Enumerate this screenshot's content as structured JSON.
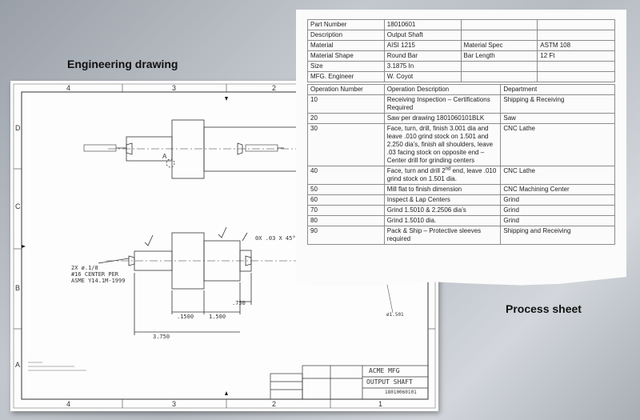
{
  "captions": {
    "drawing": "Engineering drawing",
    "process": "Process sheet"
  },
  "drawing": {
    "zone_columns": [
      "4",
      "3",
      "2",
      "1"
    ],
    "zone_rows": [
      "D",
      "C",
      "B",
      "A"
    ],
    "dims": {
      "d1": "3.750",
      "d2": ".1500",
      "d3": "1.500",
      "d4": ".750",
      "d5": "0X .03 X 45°",
      "center_note_1": "2X ø.1/8",
      "center_note_2": "#16 CENTER PER",
      "center_note_3": "ASME Y14.1M-1999",
      "note_dia": "ø1.501"
    },
    "title_block": {
      "company": "ACME MFG",
      "title": "OUTPUT SHAFT",
      "drawing_number": "18010060101"
    }
  },
  "process_sheet": {
    "header": [
      {
        "label": "Part Number",
        "value": "18010601",
        "label2": "",
        "value2": ""
      },
      {
        "label": "Description",
        "value": "Output Shaft",
        "label2": "",
        "value2": ""
      },
      {
        "label": "Material",
        "value": "AISI 1215",
        "label2": "Material Spec",
        "value2": "ASTM 108"
      },
      {
        "label": "Material Shape",
        "value": "Round Bar",
        "label2": "Bar Length",
        "value2": "12 Ft"
      },
      {
        "label": "Size",
        "value": "3.1875 In",
        "label2": "",
        "value2": ""
      },
      {
        "label": "MFG. Engineer",
        "value": "W. Coyot",
        "label2": "",
        "value2": ""
      }
    ],
    "columns": [
      "Operation Number",
      "Operation Description",
      "Department"
    ],
    "operations": [
      {
        "num": "10",
        "desc": "Receiving Inspection – Certifications Required",
        "dept": "Shipping & Receiving"
      },
      {
        "num": "20",
        "desc": "Saw per drawing 1801060101BLK",
        "dept": "Saw"
      },
      {
        "num": "30",
        "desc": "Face, turn,  drill, finish 3.001 dia and leave .010 grind stock on 1.501 and 2.250 dia’s, finish all shoulders, leave .03 facing stock on opposite end – Center drill for grinding centers",
        "dept": "CNC Lathe"
      },
      {
        "num": "40",
        "desc_a": "Face, turn and drill 2",
        "desc_sup": "nd",
        "desc_b": " end, leave .010 grind stock on 1.501 dia.",
        "dept": "CNC Lathe"
      },
      {
        "num": "50",
        "desc": "Mill flat to finish dimension",
        "dept": "CNC Machining Center"
      },
      {
        "num": "60",
        "desc": "Inspect & Lap Centers",
        "dept": "Grind"
      },
      {
        "num": "70",
        "desc": "Grind 1.5010 & 2.2506 dia’s",
        "dept": "Grind"
      },
      {
        "num": "80",
        "desc": "Grind 1.5010 dia.",
        "dept": "Grind"
      },
      {
        "num": "90",
        "desc": "Pack & Ship – Protective sleeves required",
        "dept": "Shipping and Receiving"
      }
    ]
  }
}
